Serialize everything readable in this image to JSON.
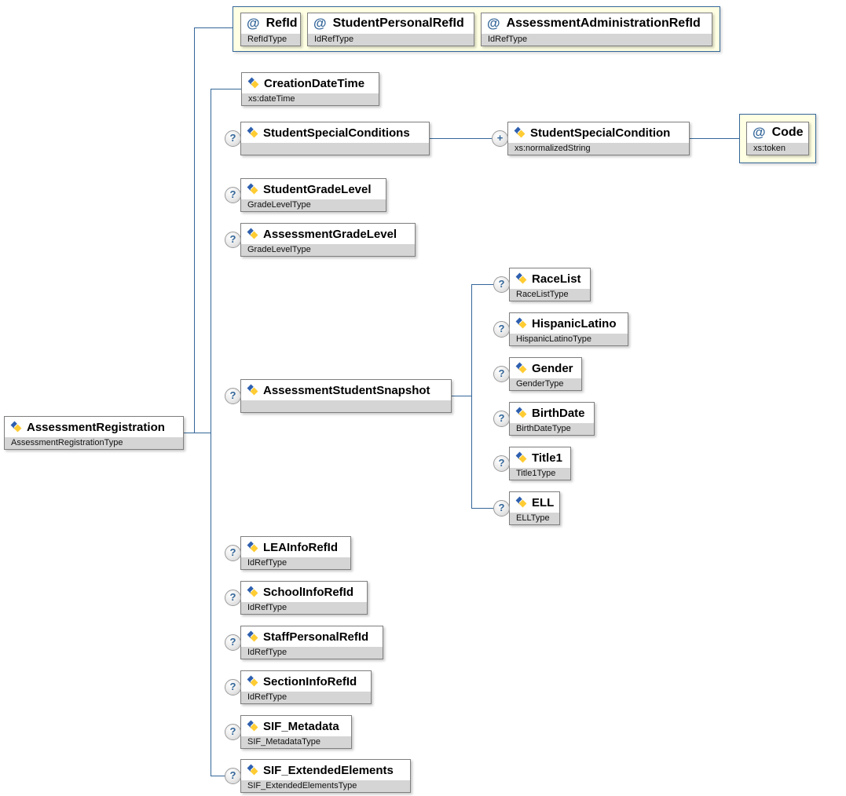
{
  "diagram_type": "xml-schema-content-model",
  "colors": {
    "line": "#336699",
    "group_fill": "#ffffe3",
    "type_row_fill": "#d5d5d5",
    "indicator_text": "#336699"
  },
  "nodes": {
    "root": {
      "name": "AssessmentRegistration",
      "type": "AssessmentRegistrationType"
    },
    "refId": {
      "marker": "@",
      "name": "RefId",
      "type": "RefIdType"
    },
    "studentPersonalRefId": {
      "marker": "@",
      "name": "StudentPersonalRefId",
      "type": "IdRefType"
    },
    "assessmentAdministrationRefId": {
      "marker": "@",
      "name": "AssessmentAdministrationRefId",
      "type": "IdRefType"
    },
    "creationDateTime": {
      "name": "CreationDateTime",
      "type": "xs:dateTime"
    },
    "studentSpecialConditions": {
      "name": "StudentSpecialConditions",
      "type": "",
      "occ": "?"
    },
    "studentSpecialCondition": {
      "name": "StudentSpecialCondition",
      "type": "xs:normalizedString",
      "occ": "+"
    },
    "code": {
      "marker": "@",
      "name": "Code",
      "type": "xs:token"
    },
    "studentGradeLevel": {
      "name": "StudentGradeLevel",
      "type": "GradeLevelType",
      "occ": "?"
    },
    "assessmentGradeLevel": {
      "name": "AssessmentGradeLevel",
      "type": "GradeLevelType",
      "occ": "?"
    },
    "assessmentStudentSnapshot": {
      "name": "AssessmentStudentSnapshot",
      "type": "",
      "occ": "?"
    },
    "raceList": {
      "name": "RaceList",
      "type": "RaceListType",
      "occ": "?"
    },
    "hispanicLatino": {
      "name": "HispanicLatino",
      "type": "HispanicLatinoType",
      "occ": "?"
    },
    "gender": {
      "name": "Gender",
      "type": "GenderType",
      "occ": "?"
    },
    "birthDate": {
      "name": "BirthDate",
      "type": "BirthDateType",
      "occ": "?"
    },
    "title1": {
      "name": "Title1",
      "type": "Title1Type",
      "occ": "?"
    },
    "ell": {
      "name": "ELL",
      "type": "ELLType",
      "occ": "?"
    },
    "leaInfoRefId": {
      "name": "LEAInfoRefId",
      "type": "IdRefType",
      "occ": "?"
    },
    "schoolInfoRefId": {
      "name": "SchoolInfoRefId",
      "type": "IdRefType",
      "occ": "?"
    },
    "staffPersonalRefId": {
      "name": "StaffPersonalRefId",
      "type": "IdRefType",
      "occ": "?"
    },
    "sectionInfoRefId": {
      "name": "SectionInfoRefId",
      "type": "IdRefType",
      "occ": "?"
    },
    "sifMetadata": {
      "name": "SIF_Metadata",
      "type": "SIF_MetadataType",
      "occ": "?"
    },
    "sifExtendedElements": {
      "name": "SIF_ExtendedElements",
      "type": "SIF_ExtendedElementsType",
      "occ": "?"
    }
  }
}
